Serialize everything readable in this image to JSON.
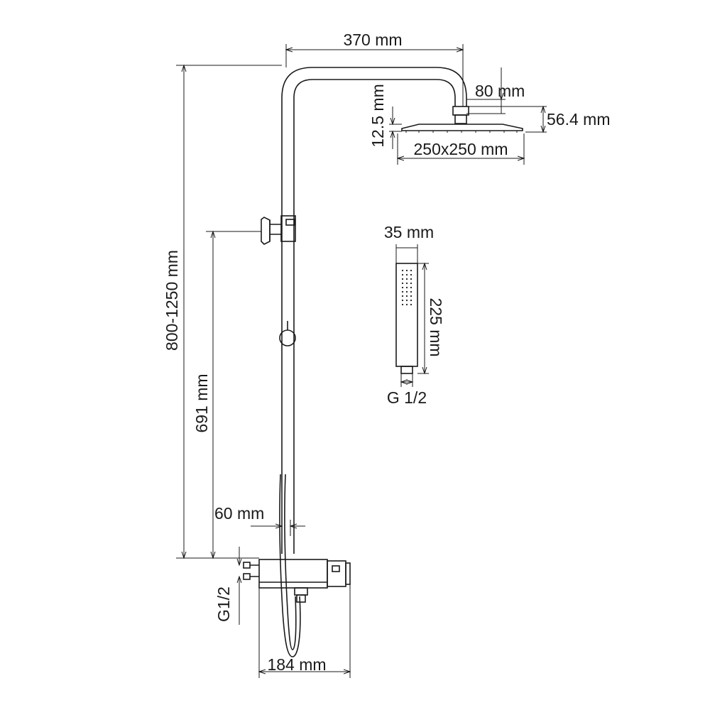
{
  "dimensions": {
    "arm_reach": "370 mm",
    "arm_drop": "80 mm",
    "head_thickness": "12.5 mm",
    "head_height": "56.4 mm",
    "head_size": "250x250 mm",
    "total_height": "800-1250 mm",
    "holder_height": "691 mm",
    "pipe_offset": "60 mm",
    "hand_width": "35 mm",
    "hand_length": "225 mm",
    "hand_thread": "G 1/2",
    "inlet_thread": "G1/2",
    "mixer_width": "184 mm"
  }
}
